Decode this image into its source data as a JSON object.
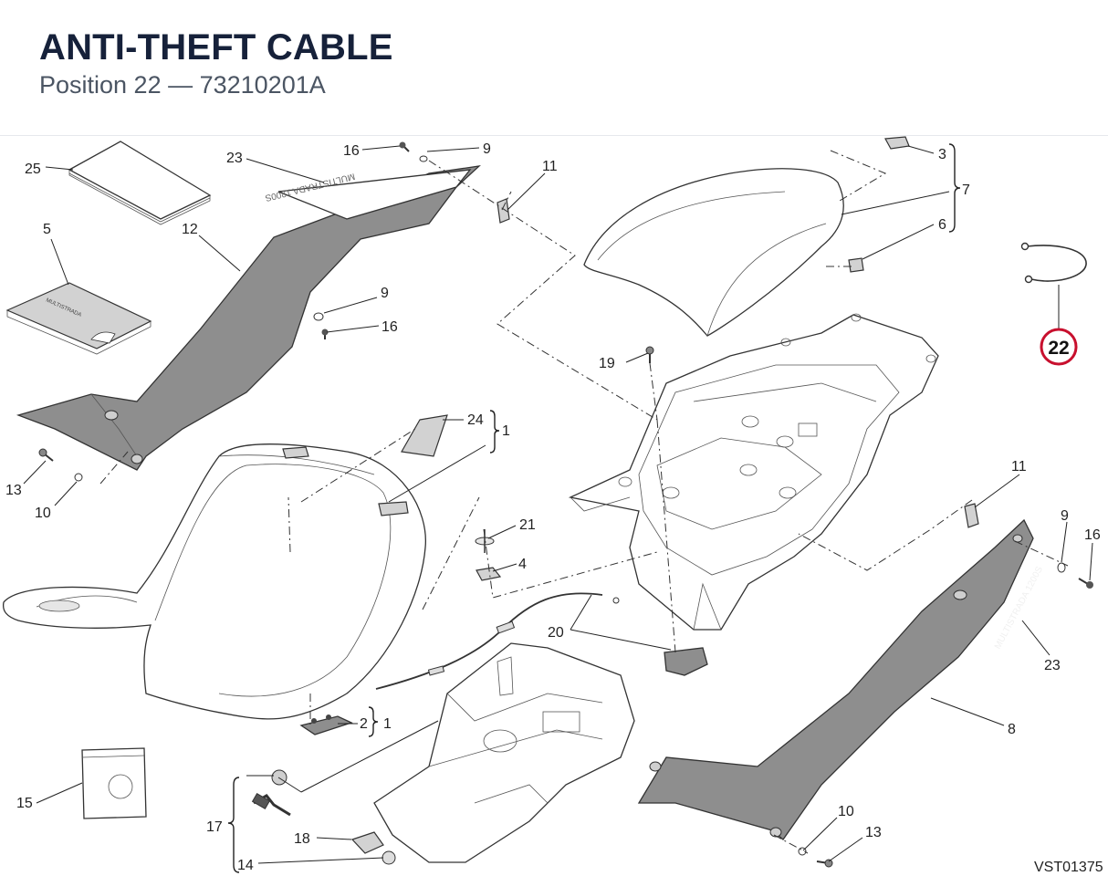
{
  "header": {
    "title": "ANTI-THEFT CABLE",
    "subtitle": "Position 22 — 73210201A"
  },
  "diagram": {
    "code": "VST01375",
    "highlight_color": "#c8102e",
    "labels": {
      "l25": "25",
      "l23a": "23",
      "l16a": "16",
      "l9a": "9",
      "l11a": "11",
      "l3": "3",
      "l7": "7",
      "l6": "6",
      "l5": "5",
      "l12": "12",
      "l9b": "9",
      "l16b": "16",
      "l19": "19",
      "l24": "24",
      "l1a": "1",
      "l13a": "13",
      "l10a": "10",
      "l21": "21",
      "l4": "4",
      "l20": "20",
      "l2": "2",
      "l1b": "1",
      "l15": "15",
      "l17": "17",
      "l18": "18",
      "l14": "14",
      "l11b": "11",
      "l9c": "9",
      "l16c": "16",
      "l23b": "23",
      "l8": "8",
      "l10b": "10",
      "l13b": "13",
      "l22": "22"
    },
    "decals": {
      "strip": "MULTISTRADA 1200S",
      "book": "MULTISTRADA"
    }
  }
}
